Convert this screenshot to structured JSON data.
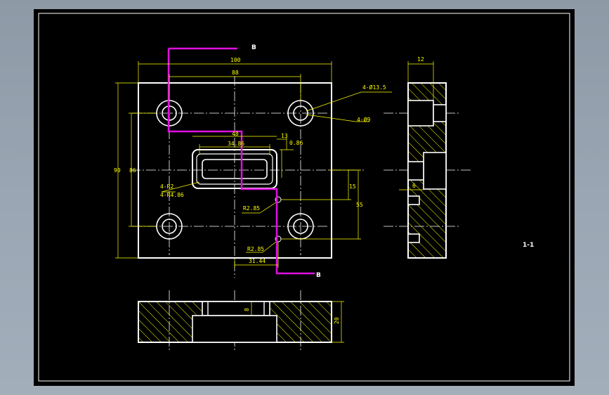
{
  "drawing": {
    "section_label": "B",
    "section_title": "1-1",
    "dimensions": {
      "width_100": "100",
      "width_88": "88",
      "hole_spec_1": "4-Ø13.5",
      "hole_spec_2": "4-Ø9",
      "slot_center": "48",
      "slot_width": "34.86",
      "offset_13": "13",
      "gap": "0.86",
      "height_90": "90",
      "height_86": "86",
      "corner_r": "4-R2",
      "corner_r2": "4-R4.86",
      "dim_15": "15",
      "dim_55": "55",
      "r_small_1": "R2.85",
      "r_small_2": "R2.85",
      "dim_31": "31.44",
      "side_width": "12",
      "side_dim": "6",
      "bottom_height": "20",
      "bottom_depth": "8"
    }
  }
}
